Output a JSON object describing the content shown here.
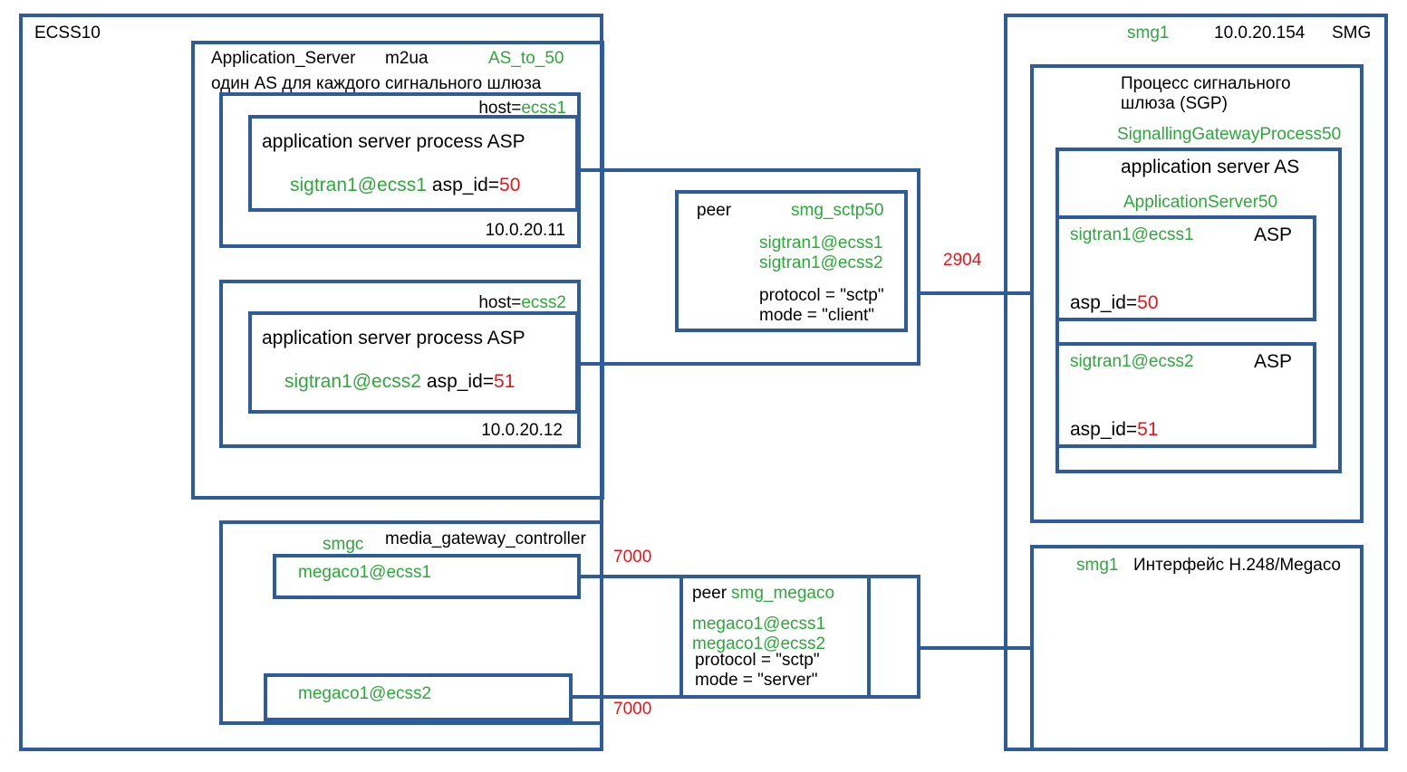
{
  "colors": {
    "border": "#2E5C9A",
    "text": "#000000",
    "green": "#2EA83A",
    "red": "#E8161B"
  },
  "ecss": {
    "title": "ECSS10",
    "app_server": {
      "label": "Application_Server",
      "protocol": "m2ua",
      "name": "AS_to_50",
      "note": "один AS для каждого сигнального шлюза",
      "hosts": [
        {
          "host_key": "host=",
          "host": "ecss1",
          "asp_title": "application server process ASP",
          "node": "sigtran1@ecss1",
          "asp_key": "asp_id=",
          "asp_id": "50",
          "ip": "10.0.20.11"
        },
        {
          "host_key": "host=",
          "host": "ecss2",
          "asp_title": "application server process ASP",
          "node": "sigtran1@ecss2",
          "asp_key": "asp_id=",
          "asp_id": "51",
          "ip": "10.0.20.12"
        }
      ]
    },
    "mgc": {
      "name": "smgc",
      "label": "media_gateway_controller",
      "nodes": [
        "megaco1@ecss1",
        "megaco1@ecss2"
      ]
    }
  },
  "peer_sctp": {
    "key": "peer",
    "name": "smg_sctp50",
    "nodes": [
      "sigtran1@ecss1",
      "sigtran1@ecss2"
    ],
    "protocol": "protocol = \"sctp\"",
    "mode": "mode = \"client\"",
    "port": "2904"
  },
  "peer_megaco": {
    "key": "peer",
    "name": "smg_megaco",
    "nodes": [
      "megaco1@ecss1",
      "megaco1@ecss2"
    ],
    "protocol": "protocol = \"sctp\"",
    "mode": "mode = \"server\"",
    "ports": [
      "7000",
      "7000"
    ]
  },
  "smg": {
    "name": "smg1",
    "ip": "10.0.20.154",
    "title": "SMG",
    "sgp": {
      "title_line1": "Процесс сигнального",
      "title_line2": "шлюза (SGP)",
      "name": "SignallingGatewayProcess50",
      "as": {
        "title": "application server AS",
        "name": "ApplicationServer50",
        "asps": [
          {
            "node": "sigtran1@ecss1",
            "label": "ASP",
            "asp_key": "asp_id=",
            "asp_id": "50"
          },
          {
            "node": "sigtran1@ecss2",
            "label": "ASP",
            "asp_key": "asp_id=",
            "asp_id": "51"
          }
        ]
      }
    },
    "h248": {
      "name": "smg1",
      "title": "Интерфейс H.248/Megaco"
    }
  }
}
